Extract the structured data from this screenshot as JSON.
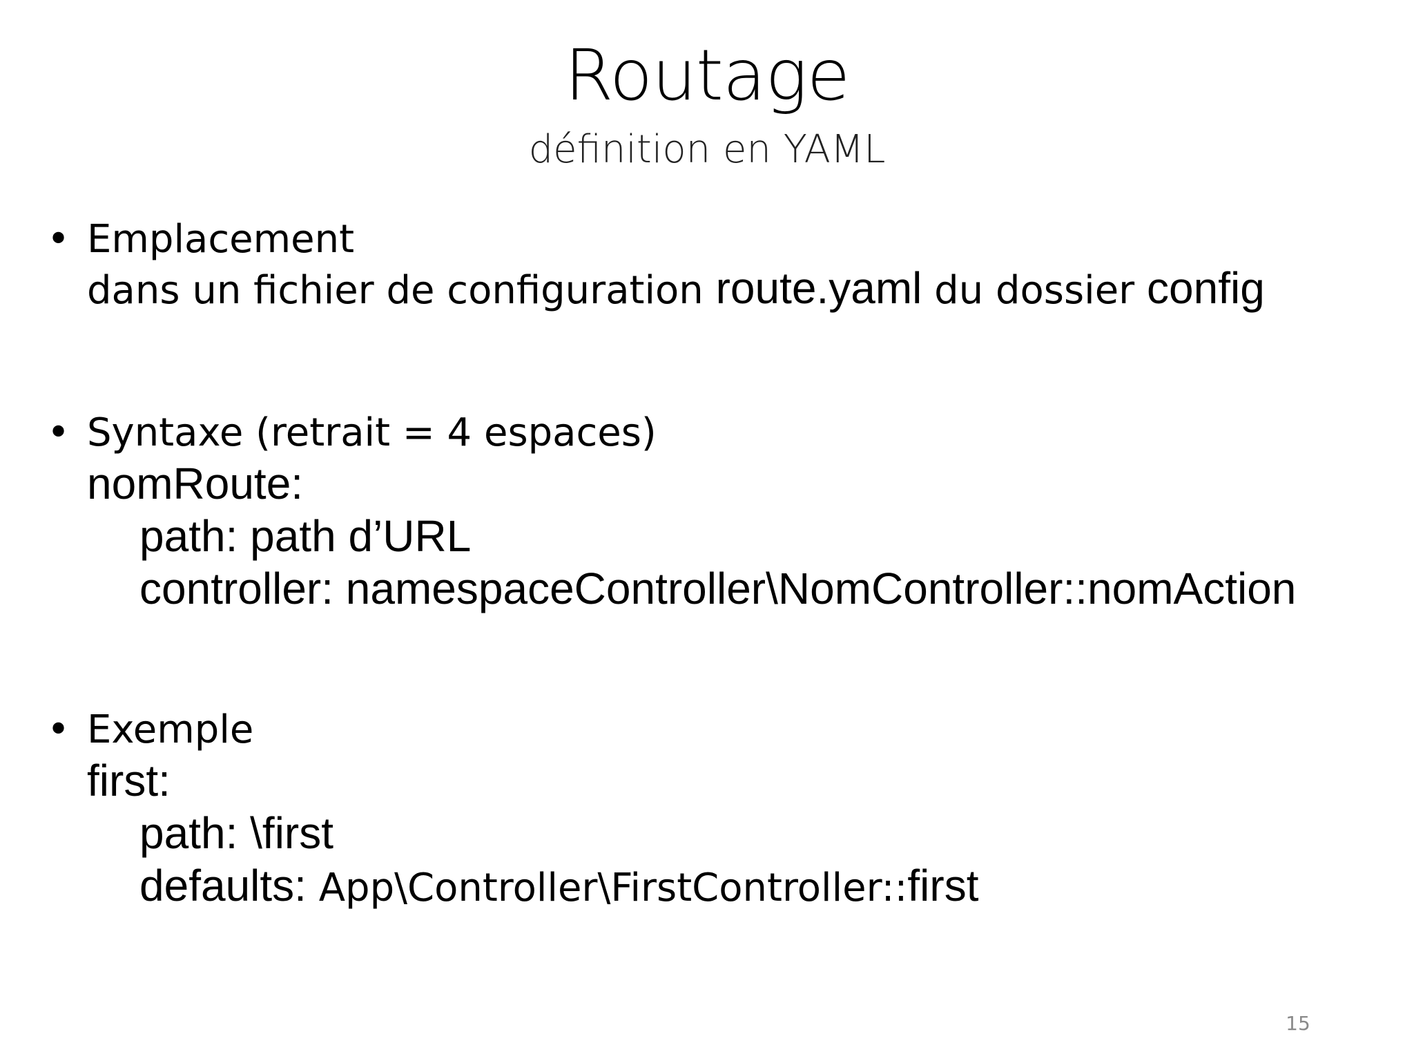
{
  "slide": {
    "title": "Routage",
    "subtitle": "définition en YAML",
    "page_number": "15",
    "bullet_symbol": "•",
    "bullets": [
      {
        "heading": "Emplacement",
        "line_prefix": "dans un fichier de configuration ",
        "file_name": "route.yaml",
        "line_mid": " du dossier ",
        "folder_name": "config"
      },
      {
        "heading": "Syntaxe (retrait = 4 espaces)",
        "route_name": "nomRoute:",
        "path_line": "path: path d’URL",
        "controller_line": "controller: namespaceController\\NomController::nomAction"
      },
      {
        "heading": "Exemple",
        "route_name": "first:",
        "path_line": "path: \\first",
        "defaults_label": "defaults: ",
        "defaults_value": "App\\Controller\\FirstController::",
        "defaults_method": "first"
      }
    ]
  }
}
